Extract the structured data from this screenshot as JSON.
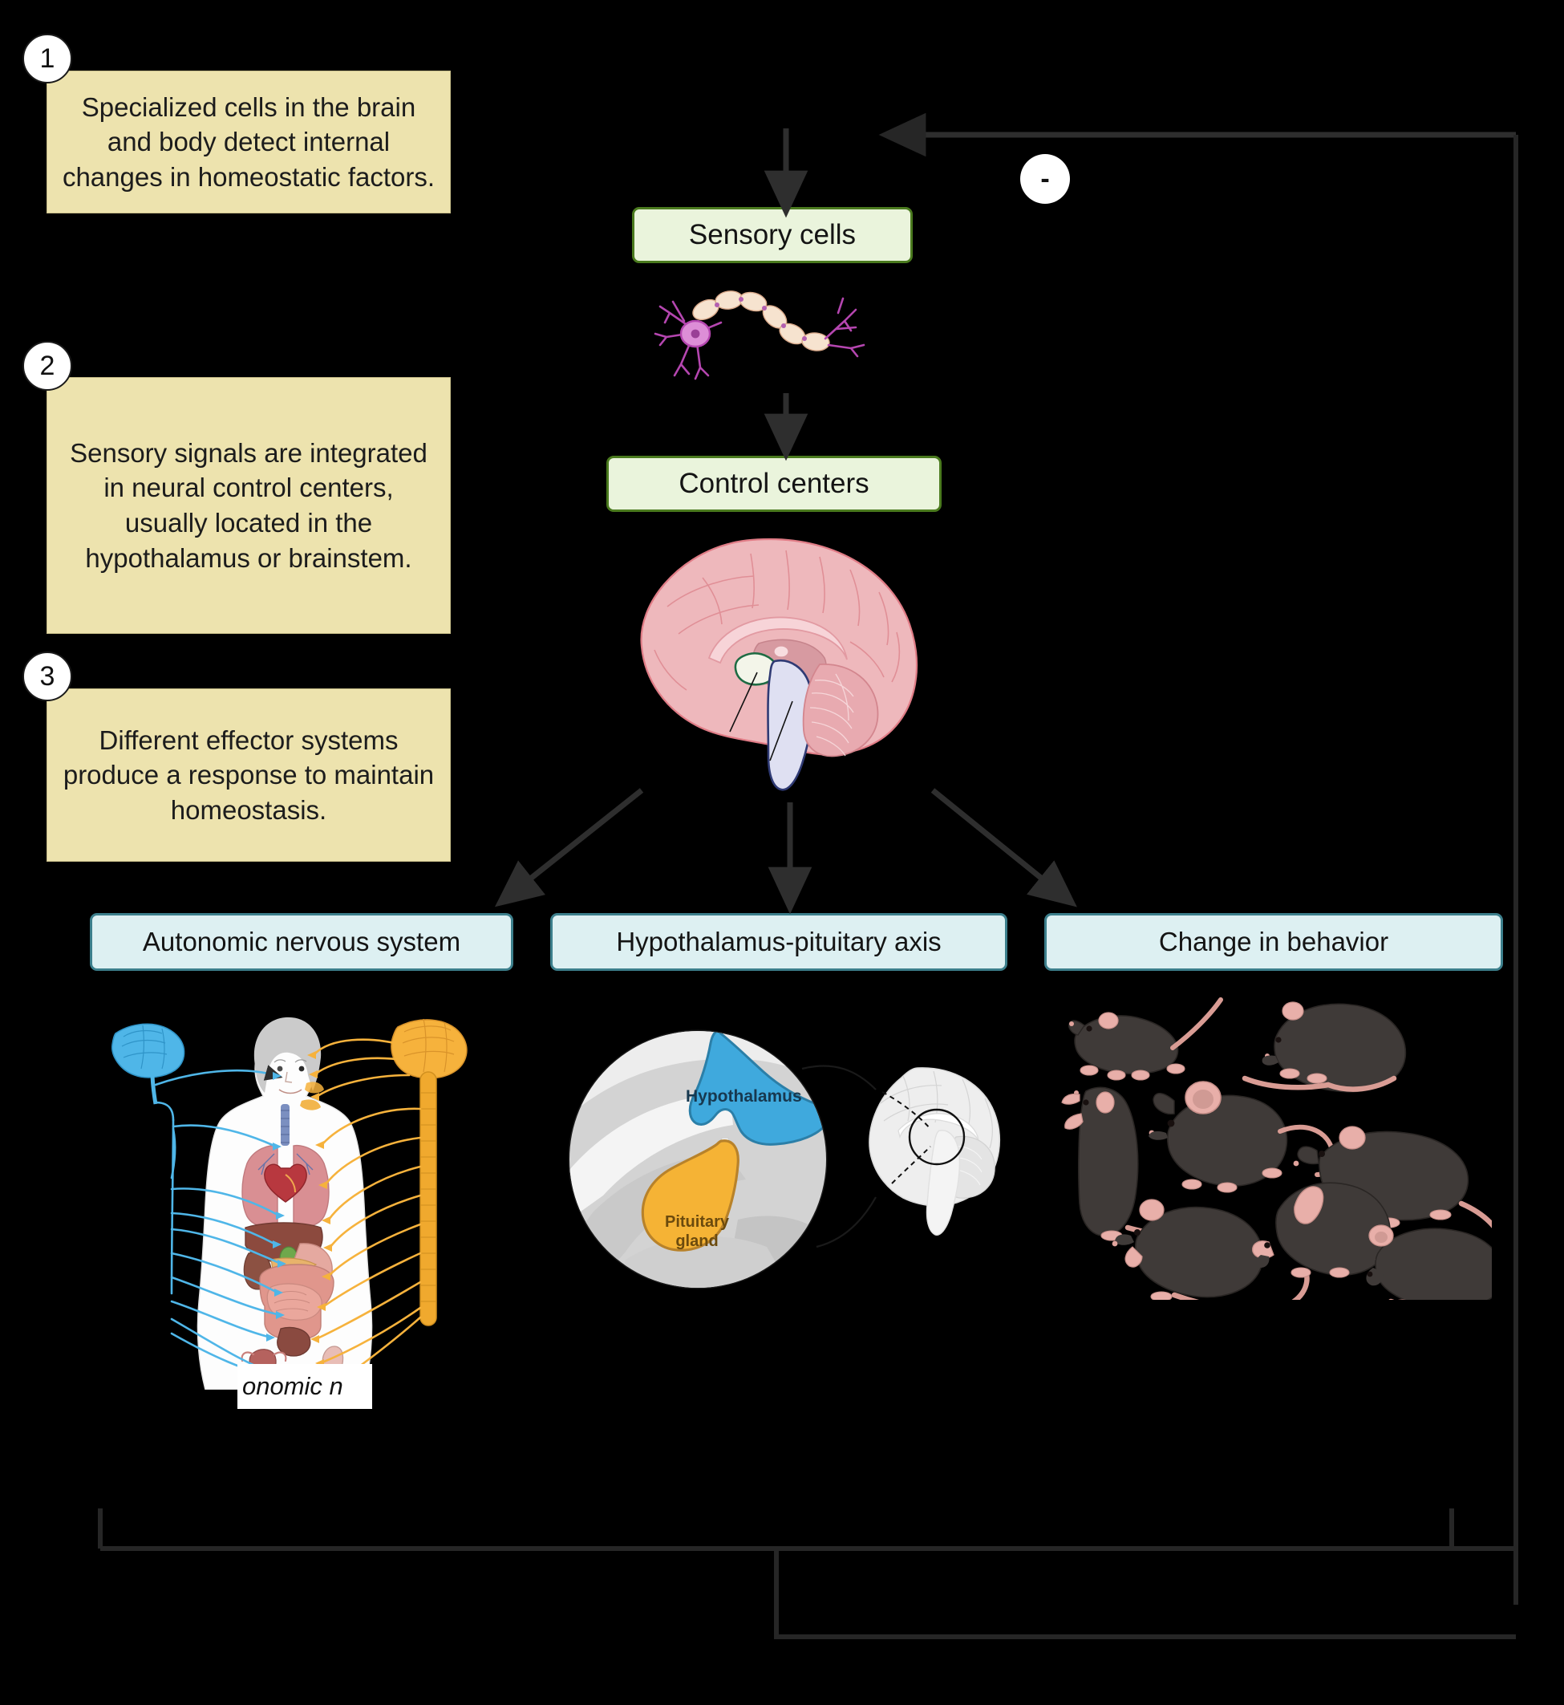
{
  "steps": [
    {
      "number": "1",
      "text": "Specialized cells in the brain and body detect internal changes in homeostatic factors."
    },
    {
      "number": "2",
      "text": "Sensory signals are integrated in neural control centers, usually located in the hypothalamus or brainstem."
    },
    {
      "number": "3",
      "text": "Different effector systems produce a response to maintain homeostasis."
    }
  ],
  "flow": {
    "sensory_cells": "Sensory cells",
    "control_centers": "Control centers",
    "feedback_sign": "-"
  },
  "effectors": [
    {
      "label": "Autonomic nervous system"
    },
    {
      "label": "Hypothalamus-pituitary axis"
    },
    {
      "label": "Change in behavior"
    }
  ],
  "illustrations": {
    "neuron": "neuron-illustration",
    "brain_sagittal": "brain-sagittal-illustration",
    "autonomic_body": "autonomic-nervous-system-illustration",
    "pituitary_inset": "hypothalamus-pituitary-illustration",
    "mice_group": "mice-behavior-illustration"
  },
  "inset_labels": {
    "hypothalamus": "Hypothalamus",
    "pituitary_line1": "Pituitary",
    "pituitary_line2": "gland"
  },
  "ans_caption": "onomic n",
  "colors": {
    "callout_fill": "#EDE3AE",
    "green_fill": "#EAF4DC",
    "green_border": "#4A7A1E",
    "blue_fill": "#DDF0F2",
    "blue_border": "#3C7F8C",
    "background": "#000000",
    "arrow": "#2b2b2b",
    "hypothalamus": "#3FA9DD",
    "pituitary": "#F5B335",
    "neuron": "#C963C3",
    "brain": "#EEB8BC"
  }
}
